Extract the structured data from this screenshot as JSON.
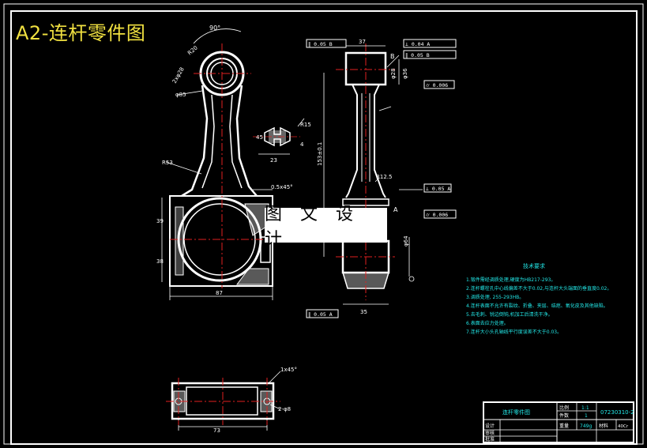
{
  "title": "A2-连杆零件图",
  "watermark": "图 文 设 计",
  "dims": {
    "angle_90": "90°",
    "d28": "2xφ28",
    "r20": "R20",
    "d85": "φ85",
    "r53": "R53",
    "chamfer_top": "0.5x45°",
    "d39": "39",
    "d38": "38",
    "d87": "87",
    "d23": "23",
    "r15": "R15",
    "d4": "4",
    "d45": "45",
    "d37": "37",
    "d153": "153±0.1",
    "d36": "φ36",
    "d28b": "φ28",
    "r12_5": "R12.5",
    "d64": "φ64",
    "d35": "35",
    "d73": "73",
    "chamfer_bottom": "1x45°",
    "d8": "2-φ8"
  },
  "tolerance_frames": {
    "parallel_top_left": "∥ 0.05 B",
    "perp_top": "⊥ 0.04 A",
    "parallel_top_right": "∥ 0.05 B",
    "cyl_top": "⌭ 0.006",
    "perp_mid": "⊥ 0.05 A",
    "cyl_mid": "⌭ 0.006",
    "parallel_bottom": "∥ 0.05 A"
  },
  "datums": {
    "a": "A",
    "b": "B"
  },
  "tech_req": {
    "heading": "技术要求",
    "lines": [
      "1.锻件需经调质处理,硬度为HB217-293。",
      "2.连杆螺栓孔中心线偏差不大于0.02,与连杆大头端面的垂直度0.02。",
      "3.调质处理, 255-293HB。",
      "4.连杆表面不允许有裂纹、折叠、夹层、结疤、氧化皮及其他缺陷。",
      "5.去毛刺、锐边倒钝,机加工后清洗干净。",
      "6.表面去应力处理。",
      "7.连杆大小头孔轴线平行度误差不大于0.03。"
    ]
  },
  "title_block": {
    "part_name": "连杆零件图",
    "scale_label": "比例",
    "scale_value": "1:1",
    "count_label": "件数",
    "count_value": "1",
    "weight_label": "重量",
    "weight_value": "749g",
    "material_label": "材料",
    "material_value": "40Cr",
    "drawing_no": "07230310-2",
    "designer_label": "设计",
    "checker_label": "审核",
    "approver_label": "批准"
  },
  "colors": {
    "background": "#000000",
    "outline": "#ffffff",
    "centerline": "#e02020",
    "dimension": "#ffffff",
    "hatch": "#ffffff",
    "title": "#f0e040",
    "notes": "#22e6e6"
  }
}
